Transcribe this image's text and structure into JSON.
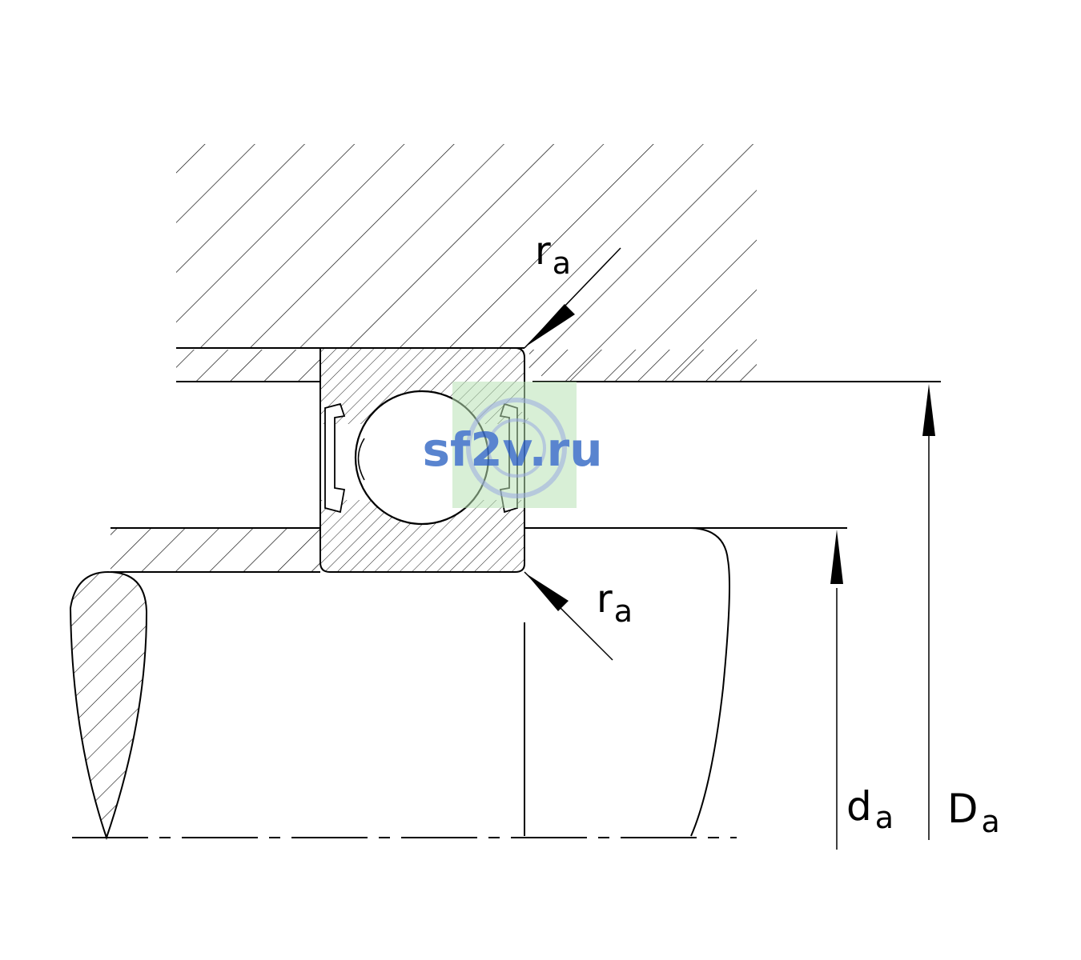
{
  "diagram": {
    "labels": {
      "ra_top": {
        "main": "r",
        "sub": "a"
      },
      "ra_bottom": {
        "main": "r",
        "sub": "a"
      },
      "d_a": {
        "main": "d",
        "sub": "a"
      },
      "D_a": {
        "main": "D",
        "sub": "a"
      }
    },
    "watermark": {
      "text": "sf2v.ru"
    }
  },
  "colors": {
    "line": "#000000",
    "background": "#ffffff",
    "watermark_text": "#3d6fc7",
    "watermark_bg": "#b9e2b4"
  }
}
